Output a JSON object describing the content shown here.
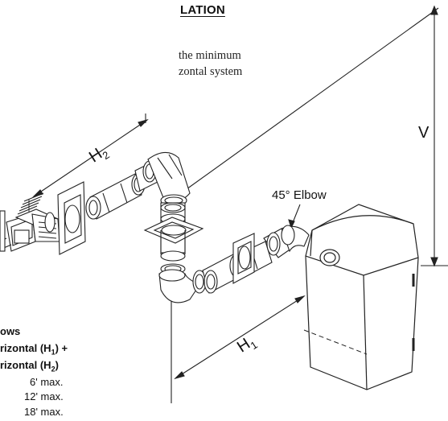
{
  "heading": "LATION",
  "intro": [
    "the minimum",
    "zontal system"
  ],
  "labels": {
    "v": "V",
    "h1_main": "H",
    "h1_sub": "1",
    "h2_main": "H",
    "h2_sub": "2",
    "elbow": "45° Elbow"
  },
  "table": {
    "header_1": "ows",
    "header_2a": "rizontal (H",
    "header_2b": "1",
    "header_2c": ") +",
    "header_3a": "rizontal (H",
    "header_3b": "2",
    "header_3c": ")",
    "rows": [
      "6' max.",
      "12' max.",
      "18' max."
    ]
  }
}
